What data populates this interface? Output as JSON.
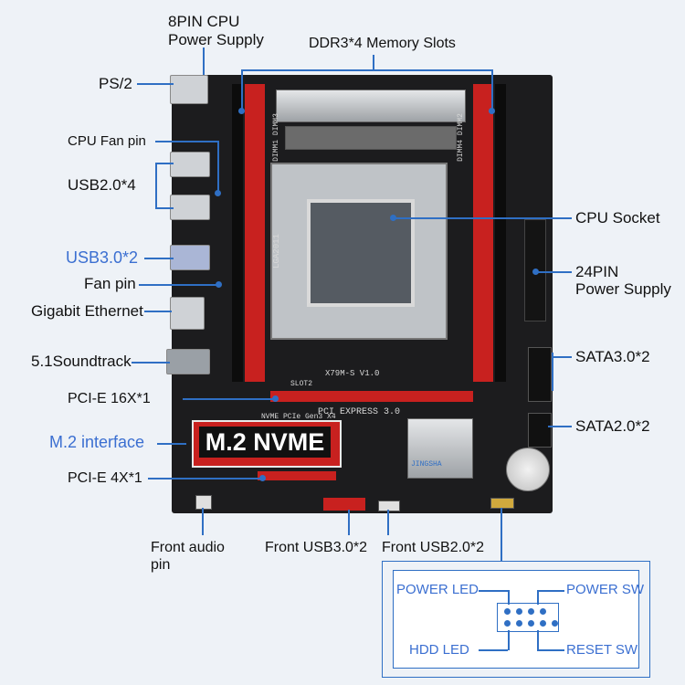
{
  "labels": {
    "cpu_power": [
      "8PIN CPU",
      "Power Supply"
    ],
    "ddr": "DDR3*4 Memory Slots",
    "ps2": "PS/2",
    "cpu_fan": "CPU Fan pin",
    "usb2": "USB2.0*4",
    "usb3": "USB3.0*2",
    "fan_pin": "Fan pin",
    "ethernet": "Gigabit Ethernet",
    "sound": "5.1Soundtrack",
    "pcie16": "PCI-E 16X*1",
    "m2": "M.2 interface",
    "pcie4": "PCI-E 4X*1",
    "front_audio": [
      "Front audio",
      "pin"
    ],
    "front_usb3": "Front USB3.0*2",
    "front_usb2": "Front USB2.0*2",
    "cpu_socket": "CPU Socket",
    "pin24": [
      "24PIN",
      "Power Supply"
    ],
    "sata3": "SATA3.0*2",
    "sata2": "SATA2.0*2"
  },
  "board": {
    "m2_badge": "M.2 NVME",
    "silk": {
      "lga": "LGA2011",
      "model": "X79M-S  V1.0",
      "pcie": "PCI EXPRESS 3.0",
      "nvme": "NVME PCIe Gen3 X4",
      "brand": "JINGSHA",
      "slot2": "SLOT2",
      "dimm_left": "DIMM1 DIMM3",
      "dimm_right": "DIMM4 DIMM2"
    }
  },
  "front_panel": {
    "power_led": "POWER LED",
    "power_sw": "POWER SW",
    "hdd_led": "HDD  LED",
    "reset_sw": "RESET SW"
  },
  "colors": {
    "accent_line": "#2f6fc4",
    "slot_red": "#c8211f",
    "board": "#1c1c1e"
  }
}
